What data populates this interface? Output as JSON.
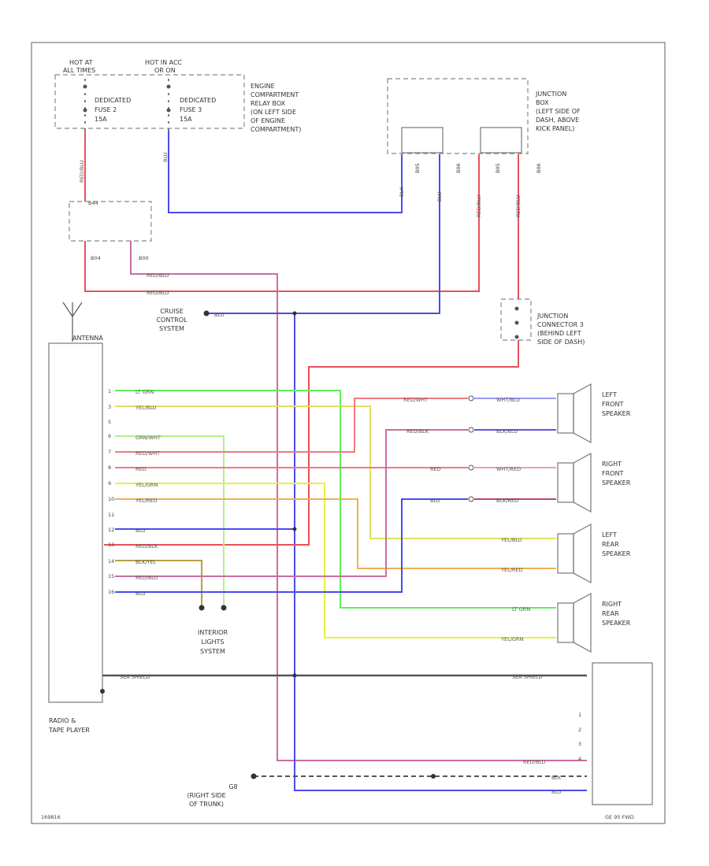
{
  "labels": {
    "hot_at_all_times": [
      "HOT AT",
      "ALL TIMES"
    ],
    "hot_in_acc": [
      "HOT IN ACC",
      "OR ON"
    ],
    "fuse1": [
      "DEDICATED",
      "FUSE 2",
      "15A"
    ],
    "fuse2": [
      "DEDICATED",
      "FUSE 3",
      "15A"
    ],
    "engine_relay_box": [
      "ENGINE",
      "COMPARTMENT",
      "RELAY BOX",
      "(ON LEFT SIDE",
      "OF ENGINE",
      "COMPARTMENT)"
    ],
    "junction_box": [
      "JUNCTION",
      "BOX",
      "(LEFT SIDE OF",
      "DASH, ABOVE",
      "KICK PANEL)"
    ],
    "cruise": [
      "CRUISE",
      "CONTROL",
      "SYSTEM"
    ],
    "antenna": "ANTENNA",
    "junction_connector": [
      "JUNCTION",
      "CONNECTOR 3",
      "(BEHIND LEFT",
      "SIDE OF DASH)"
    ],
    "left_front_speaker": [
      "LEFT",
      "FRONT",
      "SPEAKER"
    ],
    "right_front_speaker": [
      "RIGHT",
      "FRONT",
      "SPEAKER"
    ],
    "left_rear_speaker": [
      "LEFT",
      "REAR",
      "SPEAKER"
    ],
    "right_rear_speaker": [
      "RIGHT",
      "REAR",
      "SPEAKER"
    ],
    "interior_lights": [
      "INTERIOR",
      "LIGHTS",
      "SYSTEM"
    ],
    "radio": [
      "RADIO &",
      "TAPE PLAYER"
    ],
    "ground": [
      "G8",
      "(RIGHT SIDE",
      "OF TRUNK)"
    ],
    "footer_left": "169816",
    "footer_right": "GE 95 FWD"
  },
  "wire_labels": {
    "red_blu_top": "RED/BLU",
    "red_blu_top2": "RED/BLU",
    "blu_cruise": "BLU",
    "lt_grn": "LT GRN",
    "yel_blu": "YEL/BLU",
    "grn_wht": "GRN/WHT",
    "red_wht": "RED/WHT",
    "red": "RED",
    "yel_grn": "YEL/GRN",
    "yel_red": "YEL/RED",
    "blu": "BLU",
    "red_blk": "RED/BLK",
    "blk_yel": "BLK/YEL",
    "red_blu": "RED/BLU",
    "blu2": "BLU",
    "spk_red_wht": "RED/WHT",
    "spk_wht_blu": "WHT/BLU",
    "spk_red_blk": "RED/BLK",
    "spk_blk_blu": "BLK/BLU",
    "spk_red": "RED",
    "spk_wht_red": "WHT/RED",
    "spk_blu": "BLU",
    "spk_blk_red": "BLK/RED",
    "spk_yel_blu": "YEL/BLU",
    "spk_yel_red": "YEL/RED",
    "spk_lt_grn": "LT GRN",
    "spk_yel_grn": "YEL/GRN",
    "shield_left": "SEA SHIELD",
    "shield_right": "SEA SHIELD",
    "bot_red_blu": "RED/BLU",
    "bot_blk": "BLK",
    "bot_blu": "BLU",
    "fuse_wire1": "RED/BLU",
    "fuse_wire2": "BLU",
    "jb_wire1": "BLK",
    "jb_wire2": "BLU",
    "jb_wire3": "RED/BLU",
    "jb_wire4": "RED/BLU"
  },
  "pins": {
    "radio": [
      "1",
      "3",
      "5",
      "6",
      "7",
      "8",
      "9",
      "10",
      "11",
      "12",
      "13",
      "14",
      "15",
      "16"
    ],
    "connector_top": "B44",
    "connector_a": "B04",
    "connector_b": "B00",
    "jb_pins": [
      "B05",
      "B06",
      "B05",
      "B06"
    ],
    "amp_pins": [
      "1",
      "2",
      "3",
      "4"
    ]
  },
  "colors": {
    "red": "#e8505a",
    "blue": "#4a4af0",
    "pink": "#c86fa0",
    "green": "#5ef05e",
    "light_green": "#b4f08c",
    "yellow": "#f0f040",
    "orange": "#f0b050",
    "black": "#555555",
    "olive": "#b8a040"
  }
}
